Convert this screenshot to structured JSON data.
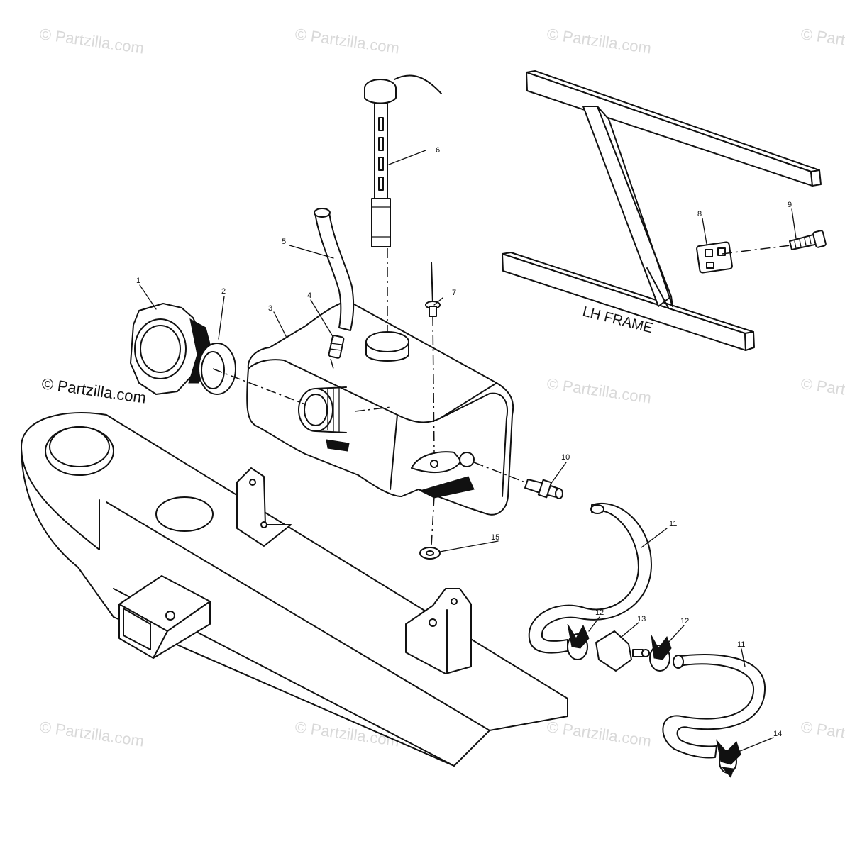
{
  "watermark": "© Partzilla.com",
  "copyright": "© Partzilla.com",
  "frame_label": "LH FRAME",
  "callouts": {
    "c1": "1",
    "c2": "2",
    "c3": "3",
    "c4": "4",
    "c5": "5",
    "c6": "6",
    "c7": "7",
    "c8": "8",
    "c9": "9",
    "c10": "10",
    "c11a": "11",
    "c11b": "11",
    "c12a": "12",
    "c12b": "12",
    "c13": "13",
    "c14": "14",
    "c15": "15"
  }
}
